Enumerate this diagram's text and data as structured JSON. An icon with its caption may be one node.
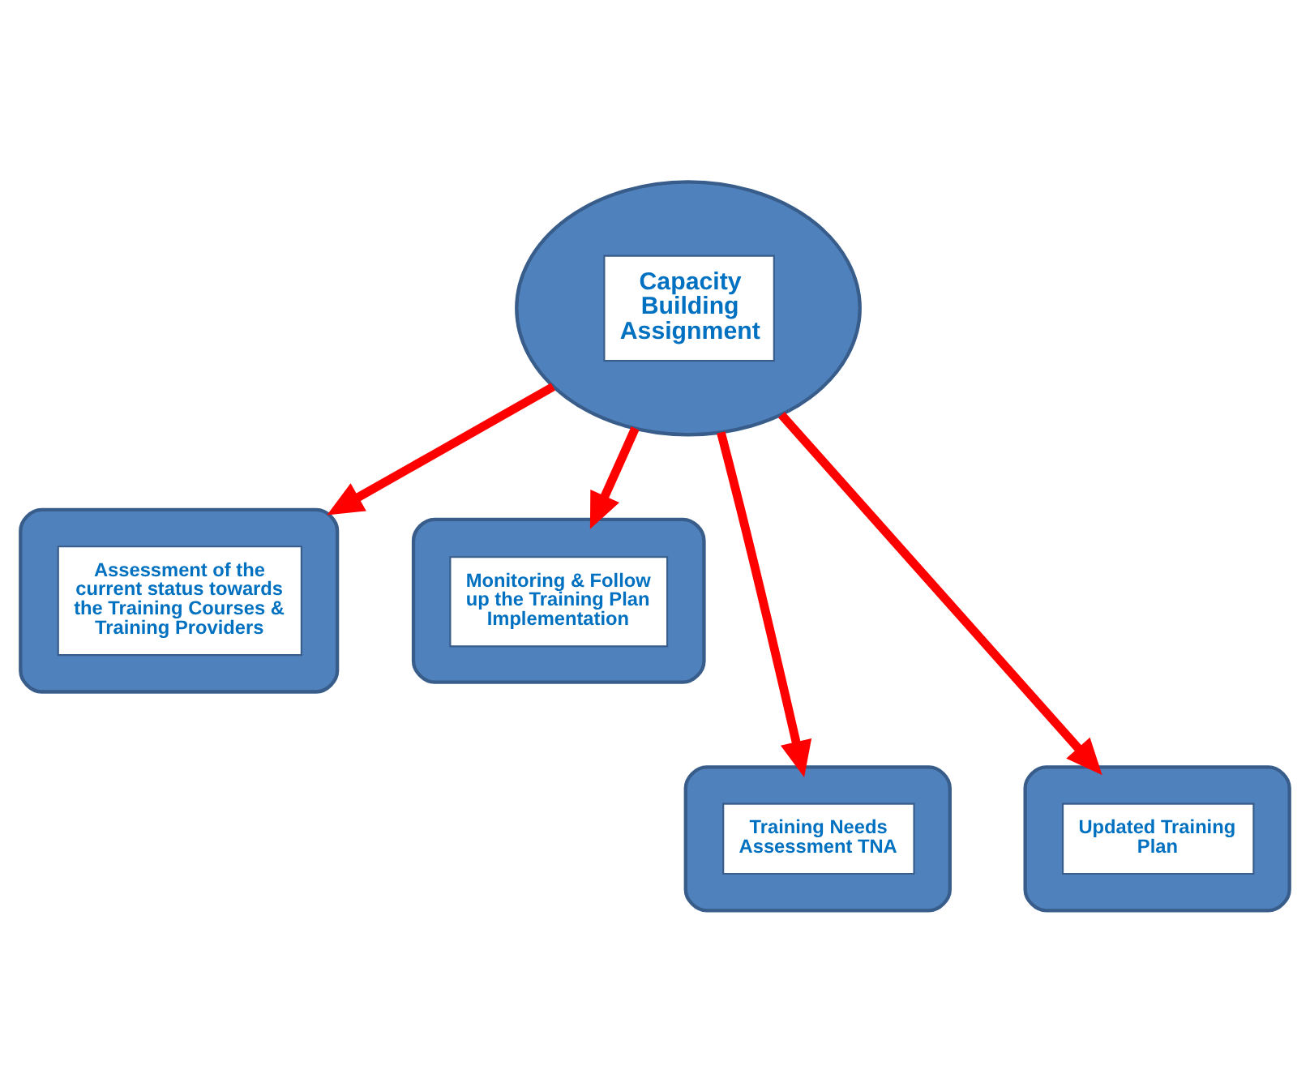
{
  "diagram": {
    "nodes": [
      {
        "text": [
          "Capacity Building Assignment"
        ]
      },
      {
        "text": [
          "Assessment of the current status towards the Training Courses & Training Providers"
        ]
      },
      {
        "text": [
          "Monitoring & Follow up the Training Plan Implementation"
        ]
      },
      {
        "text": [
          "Training Needs Assessment TNA"
        ]
      },
      {
        "text": [
          "Updated Training Plan"
        ]
      }
    ],
    "edges": [
      {
        "from": 0,
        "to": 1,
        "arrow": "to"
      },
      {
        "from": 0,
        "to": 3,
        "arrow": "to"
      },
      {
        "from": 0,
        "to": 4,
        "arrow": "to"
      },
      {
        "from": 0,
        "to": 2,
        "arrow": "to"
      }
    ]
  }
}
